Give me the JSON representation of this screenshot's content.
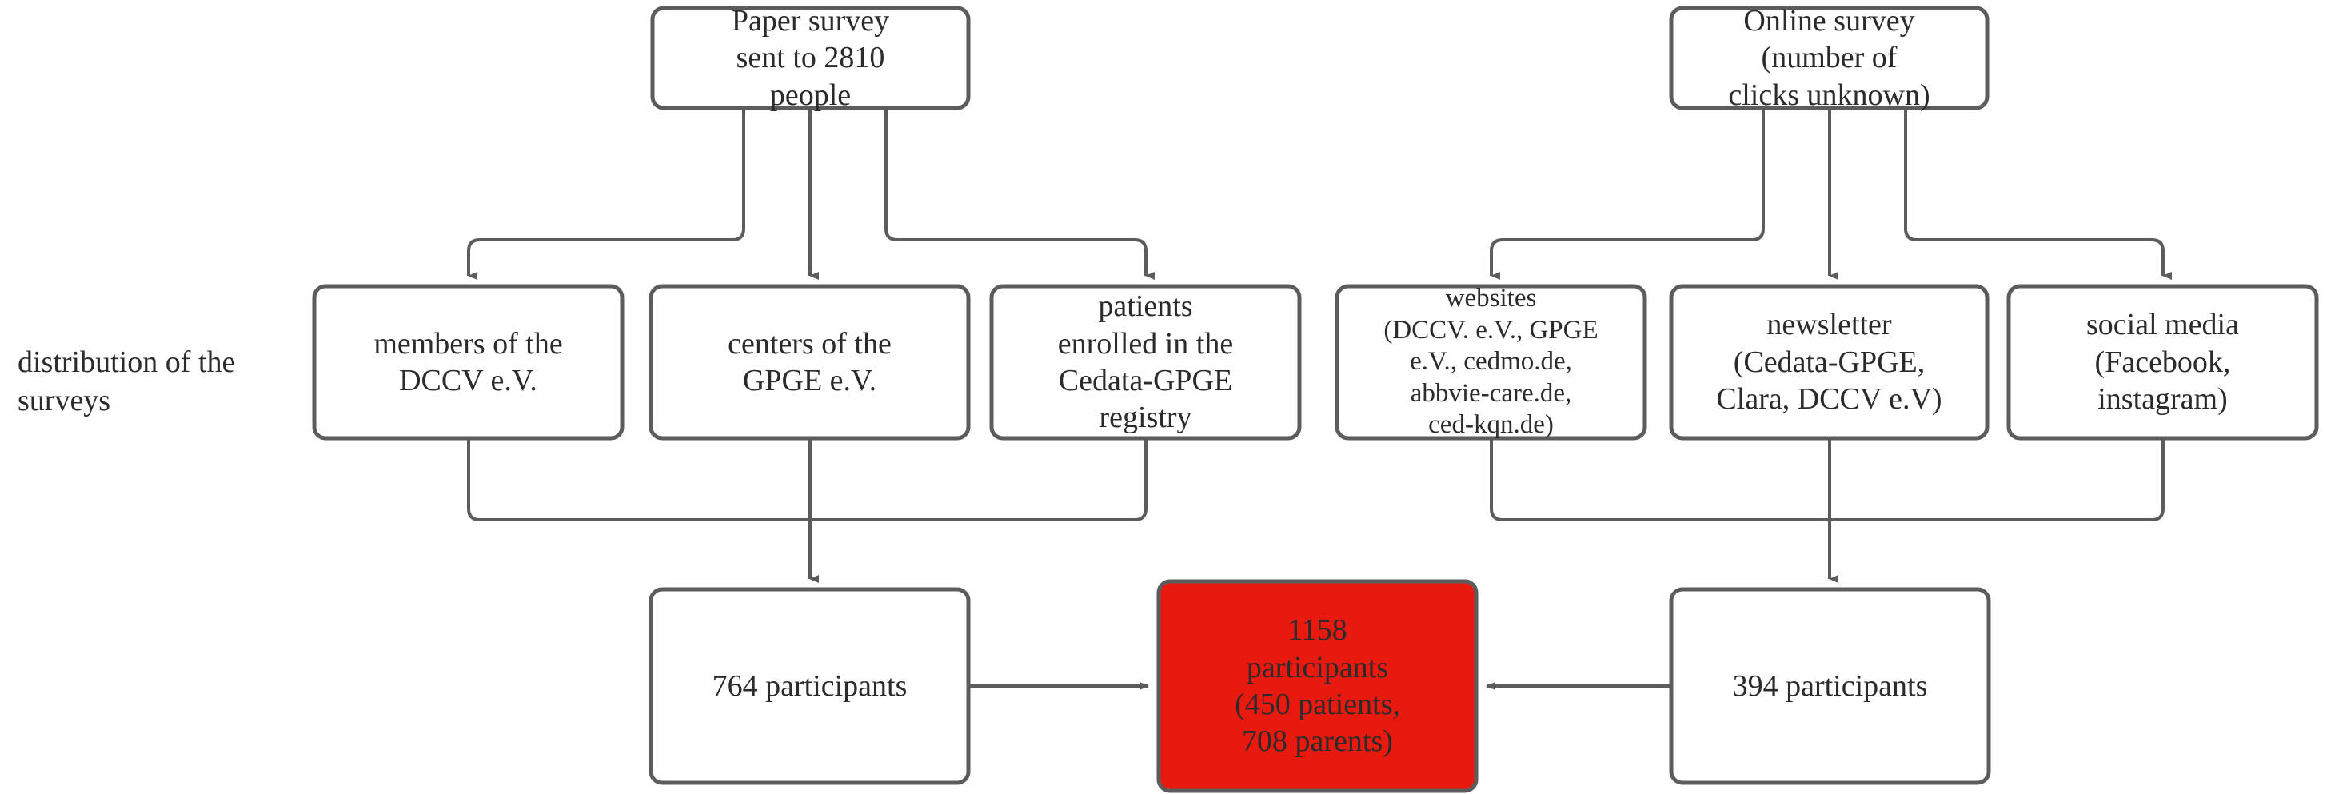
{
  "diagram": {
    "title": "Survey distribution and participation flowchart",
    "colors": {
      "box_stroke": "#5c5c5c",
      "box_fill": "#ffffff",
      "highlight_fill": "#e8190f",
      "text": "#2b2b2b",
      "connector": "#5c5c5c",
      "background": "#ffffff"
    },
    "row_labels": {
      "distribution": "distribution of\nthe surveys",
      "distribution_line1": "distribution of",
      "distribution_line2": "the surveys"
    },
    "nodes": {
      "paper_survey": {
        "label": "Paper survey sent to 2810 people",
        "line1": "Paper survey",
        "line2": "sent to 2810",
        "line3": "people"
      },
      "online_survey": {
        "label": "Online survey (number of clicks unknown)",
        "line1": "Online survey",
        "line2": "(number of",
        "line3": "clicks unknown)"
      },
      "members_dccv": {
        "label": "members of the DCCV e.V.",
        "line1": "members of the",
        "line2": "DCCV e.V."
      },
      "centers_gpge": {
        "label": "centers of the GPGE e.V.",
        "line1": "centers of the",
        "line2": "GPGE e.V."
      },
      "cedata_registry": {
        "label": "patients enrolled in the Cedata-GPGE registry",
        "line1": "patients",
        "line2": "enrolled in the",
        "line3": "Cedata-GPGE",
        "line4": "registry"
      },
      "websites": {
        "label": "websites (DCCV. e.V., GPGE e.V., cedmo.de, abbvie-care.de, ced-kqn.de)",
        "line1": "websites",
        "line2": "(DCCV. e.V., GPGE",
        "line3": "e.V., cedmo.de,",
        "line4": "abbvie-care.de,",
        "line5": "ced-kqn.de)"
      },
      "newsletter": {
        "label": "newsletter (Cedata-GPGE, Clara, DCCV e.V)",
        "line1": "newsletter",
        "line2": "(Cedata-GPGE,",
        "line3": "Clara, DCCV e.V)"
      },
      "social_media": {
        "label": "social media (Facebook, instagram)",
        "line1": "social media",
        "line2": "(Facebook,",
        "line3": "instagram)"
      },
      "paper_participants": {
        "label": "764 participants",
        "line1": "764 participants"
      },
      "online_participants": {
        "label": "394 participants",
        "line1": "394 participants"
      },
      "total_participants": {
        "label": "1158 participants (450 patients, 708 parents)",
        "line1": "1158",
        "line2": "participants",
        "line3": "(450 patients,",
        "line4": "708 parents)"
      }
    },
    "counts": {
      "paper_surveys_sent": 2810,
      "paper_participants": 764,
      "online_participants": 394,
      "total_participants": 1158,
      "patients": 450,
      "parents": 708
    }
  }
}
